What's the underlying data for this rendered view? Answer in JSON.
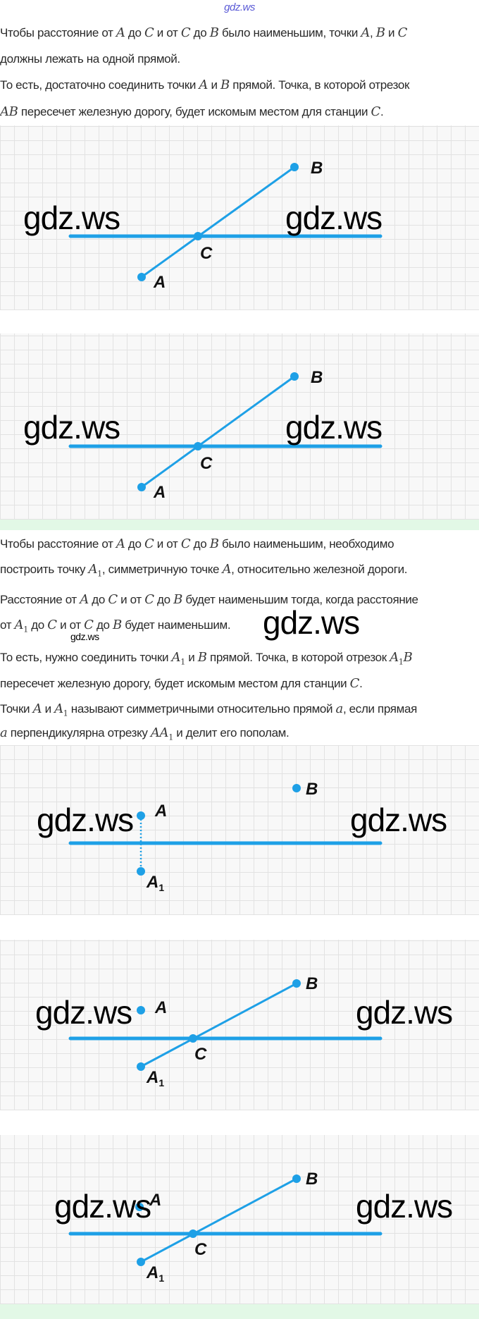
{
  "header": {
    "site": "gdz.ws"
  },
  "watermark": "gdz.ws",
  "text_block_1": [
    "Чтобы расстояние от $A$ до $C$ и от $C$ до $B$ было наименьшим, точки $A$, $B$ и $C$",
    "должны лежать на одной прямой.",
    "То есть, достаточно соединить точки $A$ и $B$ прямой. Точка, в которой отрезок",
    "$AB$ пересечет железную дорогу, будет искомым местом для станции $C$."
  ],
  "text_block_2": [
    "Чтобы расстояние от $A$ до $C$ и от $C$ до $B$ было наименьшим, необходимо",
    "построить точку $A_1$, симметричную точке $A$, относительно железной дороги.",
    "Расстояние от $A$ до $C$ и от $C$ до $B$ будет наименьшим тогда, когда расстояние",
    "от $A_1$ до $C$ и от $C$ до $B$ будет наименьшим.",
    "То есть, нужно соединить точки $A_1$ и $B$ прямой. Точка, в которой отрезок $A_1B$",
    "пересечет железную дорогу, будет искомым местом для станции $C$.",
    "Точки $A$ и $A_1$ называют симметричными относительно прямой $a$, если прямая",
    "$a$ перпендикулярна отрезку $AA_1$ и делит его пополам."
  ],
  "labels": {
    "A": "A",
    "B": "B",
    "C": "C",
    "A1": "A",
    "A1_sub": "1"
  },
  "colors": {
    "line": "#1ea0e6",
    "grid": "#e2e2e2",
    "band": "#e2f8e6"
  }
}
